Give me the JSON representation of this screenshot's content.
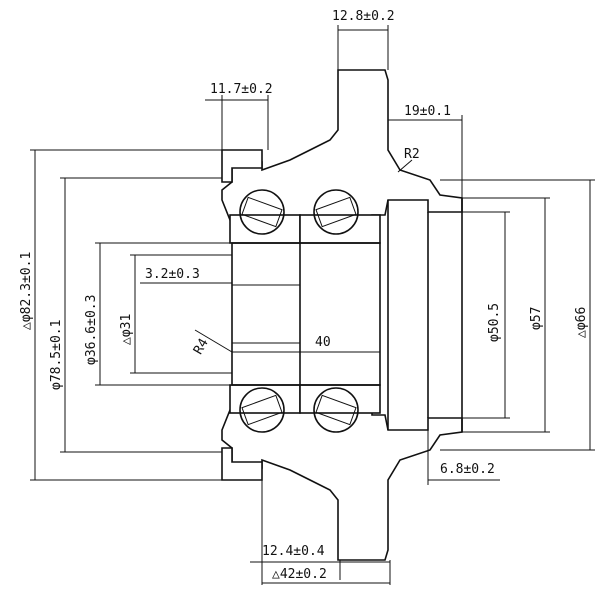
{
  "drawing": {
    "dimensions": {
      "d_12_8": "12.8±0.2",
      "d_11_7": "11.7±0.2",
      "d_19": "19±0.1",
      "d_r2": "R2",
      "d_3_2": "3.2±0.3",
      "d_40": "40",
      "d_r4": "R4",
      "d_6_8": "6.8±0.2",
      "d_12_4": "12.4±0.4",
      "d_42": "△42±0.2",
      "d_82_3": "△φ82.3±0.1",
      "d_78_5": "φ78.5±0.1",
      "d_36_6": "φ36.6±0.3",
      "d_31": "△φ31",
      "d_50_5": "φ50.5",
      "d_57": "φ57",
      "d_66": "△φ66"
    }
  }
}
